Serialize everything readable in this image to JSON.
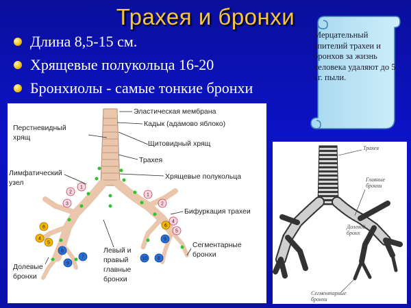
{
  "title": "Трахея и бронхи",
  "bullets": [
    "Длина 8,5-15 см.",
    "Хрящевые полукольца 16-20",
    "Бронхиолы - самые тонкие бронхи"
  ],
  "note": "Мерцательный эпителий трахеи и бронхов за жизнь человека удаляют до 5 кг. пыли.",
  "diagram": {
    "labels": {
      "elastic": "Эластическая мембрана",
      "adam": "Кадык (адамово яблоко)",
      "thyroid": "Щитовидный хрящ",
      "trachea": "Трахея",
      "rings": "Хрящевые полукольца",
      "bifurcation": "Бифуркация трахеи",
      "segmental_1": "Сегментарные",
      "segmental_2": "бронхи",
      "main_1": "Левый и",
      "main_2": "правый",
      "main_3": "главные",
      "main_4": "бронхи",
      "lobar_1": "Долевые",
      "lobar_2": "бронхи",
      "lymph_1": "Лимфатический",
      "lymph_2": "узел",
      "cricoid_1": "Перстневидный",
      "cricoid_2": "хрящ"
    }
  },
  "photo": {
    "labels": {
      "trachea": "Трахея",
      "main_1": "Главные",
      "main_2": "бронхи",
      "lobar_1": "Долевой",
      "lobar_2": "бронх",
      "segm_1": "Сегментарные",
      "segm_2": "бронхи"
    }
  },
  "colors": {
    "background": "#0d13c8",
    "title": "#f5c542",
    "bullet_text": "#ffffff",
    "note_fill": "#bfe3f5",
    "tissue": "#e8c3a8",
    "lymph": "#2ec42e",
    "cartilage_dark": "#333333"
  }
}
